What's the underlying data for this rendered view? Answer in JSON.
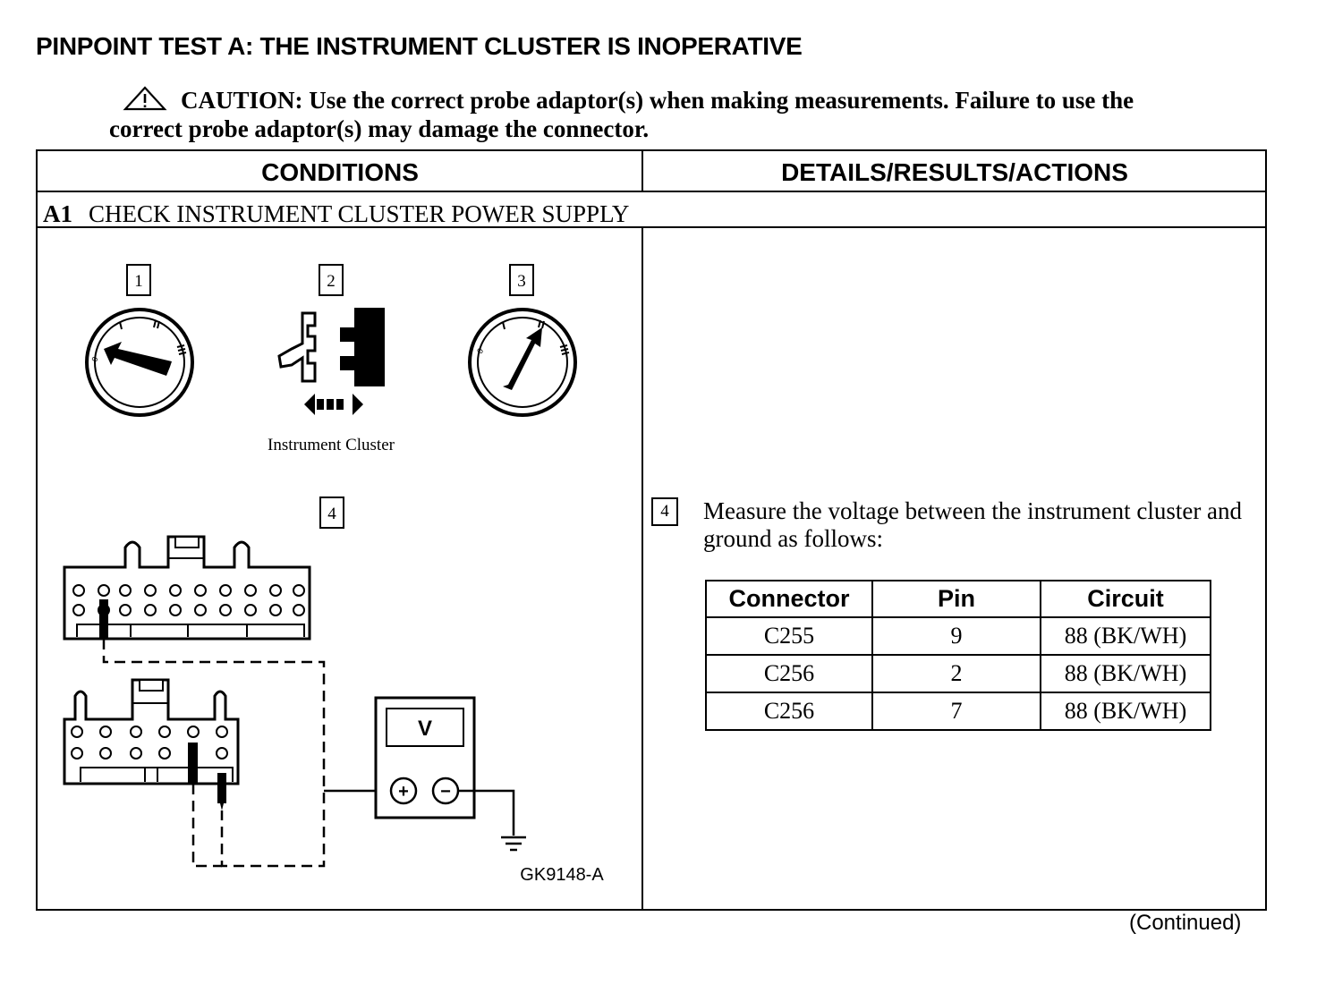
{
  "title": "PINPOINT TEST A:  THE INSTRUMENT CLUSTER IS INOPERATIVE",
  "caution": {
    "icon": "warning-triangle-icon",
    "text": "CAUTION:  Use the correct probe adaptor(s) when making measurements. Failure to use the correct probe adaptor(s) may damage the connector."
  },
  "table": {
    "header_left": "CONDITIONS",
    "header_right": "DETAILS/RESULTS/ACTIONS",
    "step": {
      "number": "A1",
      "title": "CHECK INSTRUMENT CLUSTER POWER SUPPLY"
    }
  },
  "diagram": {
    "step_labels": [
      "1",
      "2",
      "3",
      "4"
    ],
    "connector_caption": "Instrument Cluster",
    "meter_label": "V",
    "meter_plus": "+",
    "meter_minus": "−",
    "figure_id": "GK9148-A",
    "icons": [
      "ignition-switch-icon",
      "connector-disconnect-icon",
      "ignition-switch-icon",
      "voltmeter-icon",
      "ground-icon"
    ]
  },
  "step4": {
    "number": "4",
    "text": "Measure the voltage between the instrument cluster and ground as follows:"
  },
  "measurements": {
    "headers": [
      "Connector",
      "Pin",
      "Circuit"
    ],
    "rows": [
      [
        "C255",
        "9",
        "88 (BK/WH)"
      ],
      [
        "C256",
        "2",
        "88 (BK/WH)"
      ],
      [
        "C256",
        "7",
        "88 (BK/WH)"
      ]
    ]
  },
  "footer": "(Continued)"
}
